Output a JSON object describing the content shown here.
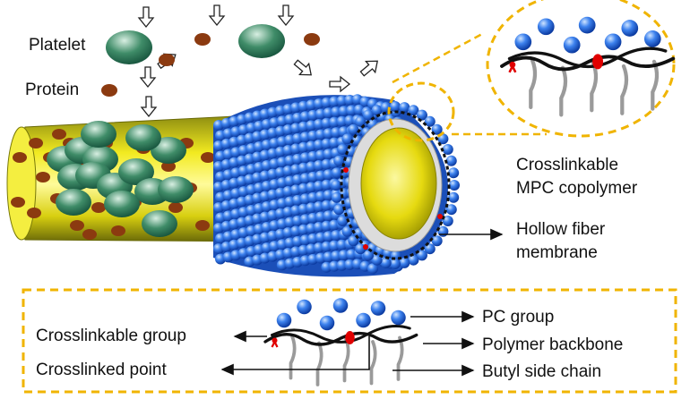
{
  "labels": {
    "platelet": "Platelet",
    "protein": "Protein",
    "copolymer_line1": "Crosslinkable",
    "copolymer_line2": "MPC copolymer",
    "membrane_line1": "Hollow fiber",
    "membrane_line2": "membrane"
  },
  "legend": {
    "crosslinkable_group": "Crosslinkable group",
    "crosslinked_point": "Crosslinked point",
    "pc_group": "PC group",
    "polymer_backbone": "Polymer backbone",
    "butyl_side_chain": "Butyl side chain"
  },
  "colors": {
    "platelet": "#2f7a5a",
    "protein": "#8b3a10",
    "fiber_yellow": "#e8e000",
    "pc_blue": "#2a6de0",
    "crosslink_red": "#e00000",
    "dashed_box": "#f0b400"
  }
}
